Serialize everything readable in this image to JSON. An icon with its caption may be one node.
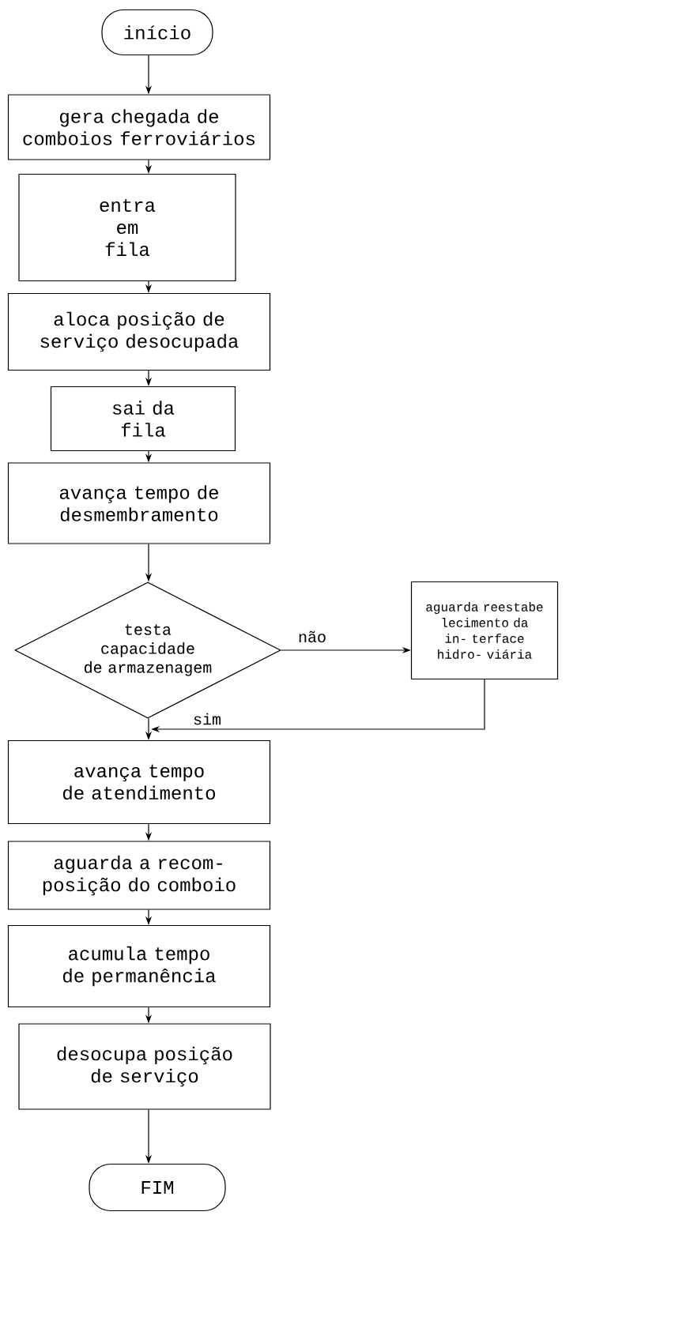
{
  "diagram": {
    "nodes": [
      {
        "text": [
          "início"
        ]
      },
      {
        "text": [
          "gera chegada de comboios ferroviários"
        ]
      },
      {
        "text": [
          "entra em fila"
        ]
      },
      {
        "text": [
          "aloca posição de serviço desocupada"
        ]
      },
      {
        "text": [
          "sai da fila"
        ]
      },
      {
        "text": [
          "avança tempo de desmembramento"
        ]
      },
      {
        "text": [
          "testa capacidade de armazenagem"
        ]
      },
      {
        "text": [
          "aguarda reestabe lecimento da in- terface hidro- viária"
        ]
      },
      {
        "text": [
          "avança tempo de atendimento"
        ]
      },
      {
        "text": [
          "aguarda a recom- posição do comboio"
        ]
      },
      {
        "text": [
          "acumula tempo de permanência"
        ]
      },
      {
        "text": [
          "desocupa posição de serviço"
        ]
      },
      {
        "text": [
          "FIM"
        ]
      }
    ],
    "edges": [
      {
        "from": 0,
        "to": 1,
        "arrow": "to"
      },
      {
        "from": 1,
        "to": 2,
        "arrow": "to"
      },
      {
        "from": 2,
        "to": 3,
        "arrow": "to"
      },
      {
        "from": 3,
        "to": 4,
        "arrow": "to"
      },
      {
        "from": 4,
        "to": 5,
        "arrow": "to"
      },
      {
        "from": 5,
        "to": 6,
        "arrow": "to"
      },
      {
        "from": 6,
        "to": 7,
        "arrow": "to",
        "label": "não"
      },
      {
        "from": 7,
        "to": 8,
        "arrow": "to",
        "label": "sim"
      },
      {
        "from": 6,
        "to": 8,
        "arrow": "to"
      },
      {
        "from": 8,
        "to": 9,
        "arrow": "to"
      },
      {
        "from": 9,
        "to": 10,
        "arrow": "to"
      },
      {
        "from": 10,
        "to": 11,
        "arrow": "to"
      },
      {
        "from": 11,
        "to": 12,
        "arrow": "to"
      }
    ]
  }
}
